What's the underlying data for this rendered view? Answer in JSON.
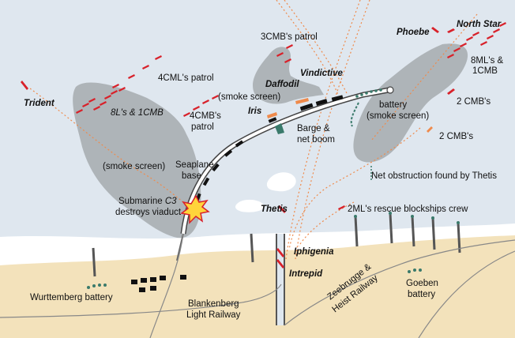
{
  "colors": {
    "sea": "#dfe7ef",
    "land": "#f3e2bb",
    "smoke": "#a6aaae",
    "ship_red": "#d8212a",
    "route_orange": "#ef8a4b",
    "structure": "#ffffff",
    "label": "#111111"
  },
  "labels": {
    "trident": "Trident",
    "patrol_4cml": "4CML's patrol",
    "eight_ls_cmb": "8L's & 1CMB",
    "patrol_4cmb_line1": "4CMB's",
    "patrol_4cmb_line2": "patrol",
    "patrol_3cmb": "3CMB's patrol",
    "daffodil": "Daffodil",
    "vindictive": "Vindictive",
    "smoke_screen_center": "(smoke screen)",
    "iris": "Iris",
    "barge_line1": "Barge &",
    "barge_line2": "net boom",
    "battery_line1": "battery",
    "battery_line2": "(smoke screen)",
    "phoebe": "Phoebe",
    "north_star": "North Star",
    "eight_mls_line1": "8ML's &",
    "eight_mls_line2": "1CMB",
    "two_cmbs_upper": "2 CMB's",
    "two_cmbs_lower": "2 CMB's",
    "smoke_screen_left": "(smoke screen)",
    "seaplane_line1": "Seaplane",
    "seaplane_line2": "base",
    "net_obstruction": "Net obstruction found by Thetis",
    "submarine_line1_prefix": "Submarine ",
    "submarine_line1_name": "C3",
    "submarine_line2": "destroys viaduct",
    "thetis": "Thetis",
    "two_mls_rescue": "2ML's rescue blockships crew",
    "iphigenia": "Iphigenia",
    "intrepid": "Intrepid",
    "wurttemberg_battery": "Wurttemberg battery",
    "blankenberg_line1": "Blankenberg",
    "blankenberg_line2": "Light Railway",
    "zeebrugge_line1": "Zeebrugge &",
    "zeebrugge_line2": "Heist Railway",
    "goeben_line1": "Goeben",
    "goeben_line2": "battery"
  }
}
